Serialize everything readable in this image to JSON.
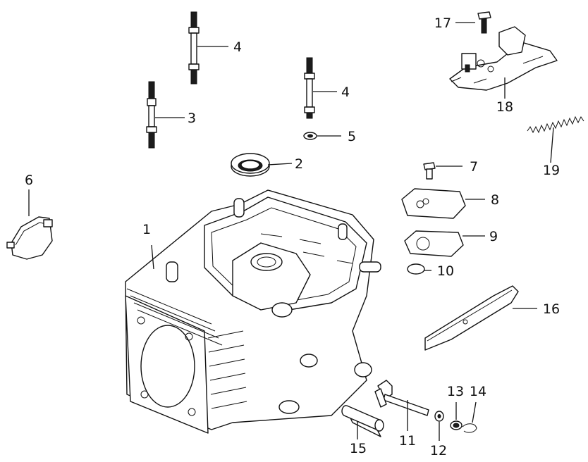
{
  "callouts": [
    {
      "id": "1",
      "label": "1"
    },
    {
      "id": "2",
      "label": "2"
    },
    {
      "id": "3",
      "label": "3"
    },
    {
      "id": "4a",
      "label": "4"
    },
    {
      "id": "4b",
      "label": "4"
    },
    {
      "id": "5",
      "label": "5"
    },
    {
      "id": "6",
      "label": "6"
    },
    {
      "id": "7",
      "label": "7"
    },
    {
      "id": "8",
      "label": "8"
    },
    {
      "id": "9",
      "label": "9"
    },
    {
      "id": "10",
      "label": "10"
    },
    {
      "id": "11",
      "label": "11"
    },
    {
      "id": "12",
      "label": "12"
    },
    {
      "id": "13",
      "label": "13"
    },
    {
      "id": "14",
      "label": "14"
    },
    {
      "id": "15",
      "label": "15"
    },
    {
      "id": "16",
      "label": "16"
    },
    {
      "id": "17",
      "label": "17"
    },
    {
      "id": "18",
      "label": "18"
    },
    {
      "id": "19",
      "label": "19"
    }
  ]
}
